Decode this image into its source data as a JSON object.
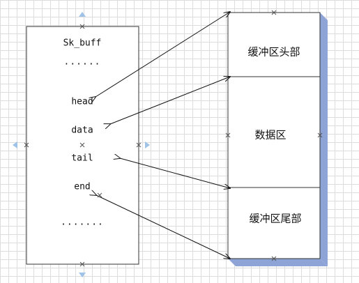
{
  "sk_buff": {
    "title": "Sk_buff",
    "dots_top": "......",
    "fields": [
      "head",
      "data",
      "tail",
      "end"
    ],
    "dots_bottom": "......."
  },
  "buffer_blocks": {
    "header": "缓冲区头部",
    "data": "数据区",
    "tail": "缓冲区尾部"
  },
  "colors": {
    "grid": "#dcdcdc",
    "box_border": "#333333",
    "box_fill": "#ffffff",
    "shadow": "#8ea3d6",
    "arrow": "#111111",
    "handle": "#9ec3e6"
  }
}
